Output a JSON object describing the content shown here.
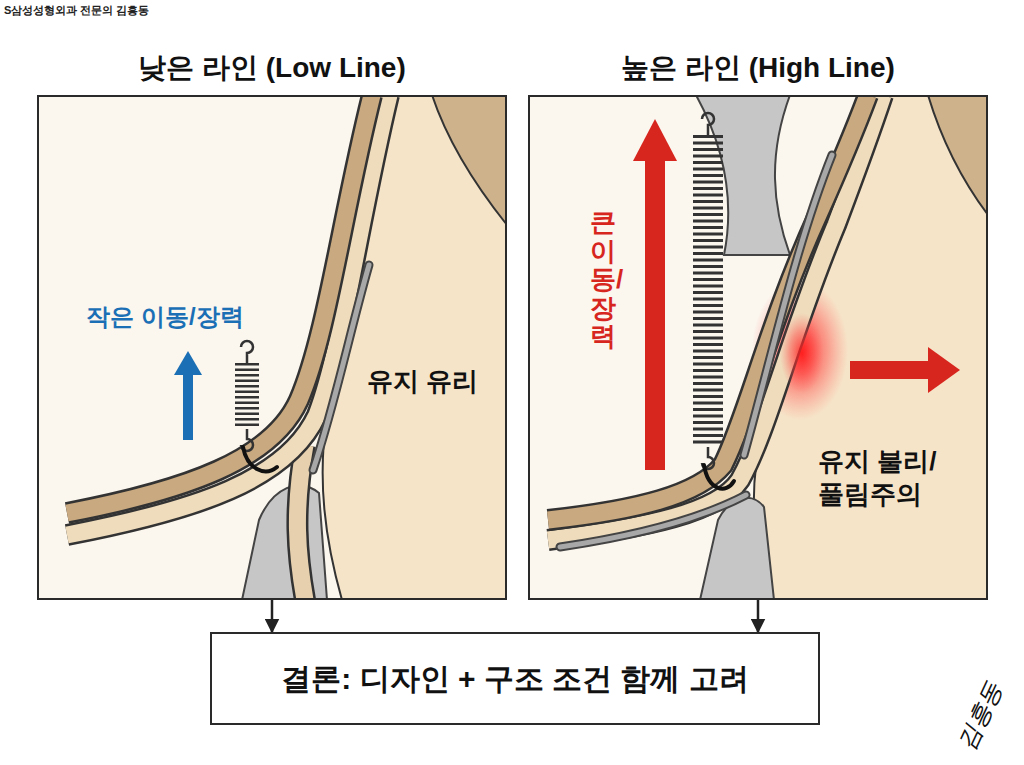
{
  "diagram": {
    "nodes": [
      {
        "text": [
          "낮은 라인 (Low Line)",
          "작은 이동/장력",
          "유지 유리"
        ]
      },
      {
        "text": [
          "높은 라인 (High Line)",
          "큰 이동/장력",
          "유지 불리/ 풀림주의"
        ]
      },
      {
        "text": [
          "결론: 디자인 + 구조 조건 함께 고려"
        ]
      }
    ],
    "edges": [
      {
        "from": 0,
        "to": 2,
        "arrow": "to"
      },
      {
        "from": 1,
        "to": 2,
        "arrow": "to"
      }
    ],
    "labels": [
      "S삼성성형외과 전문의 김흥동",
      "김흥동"
    ]
  }
}
